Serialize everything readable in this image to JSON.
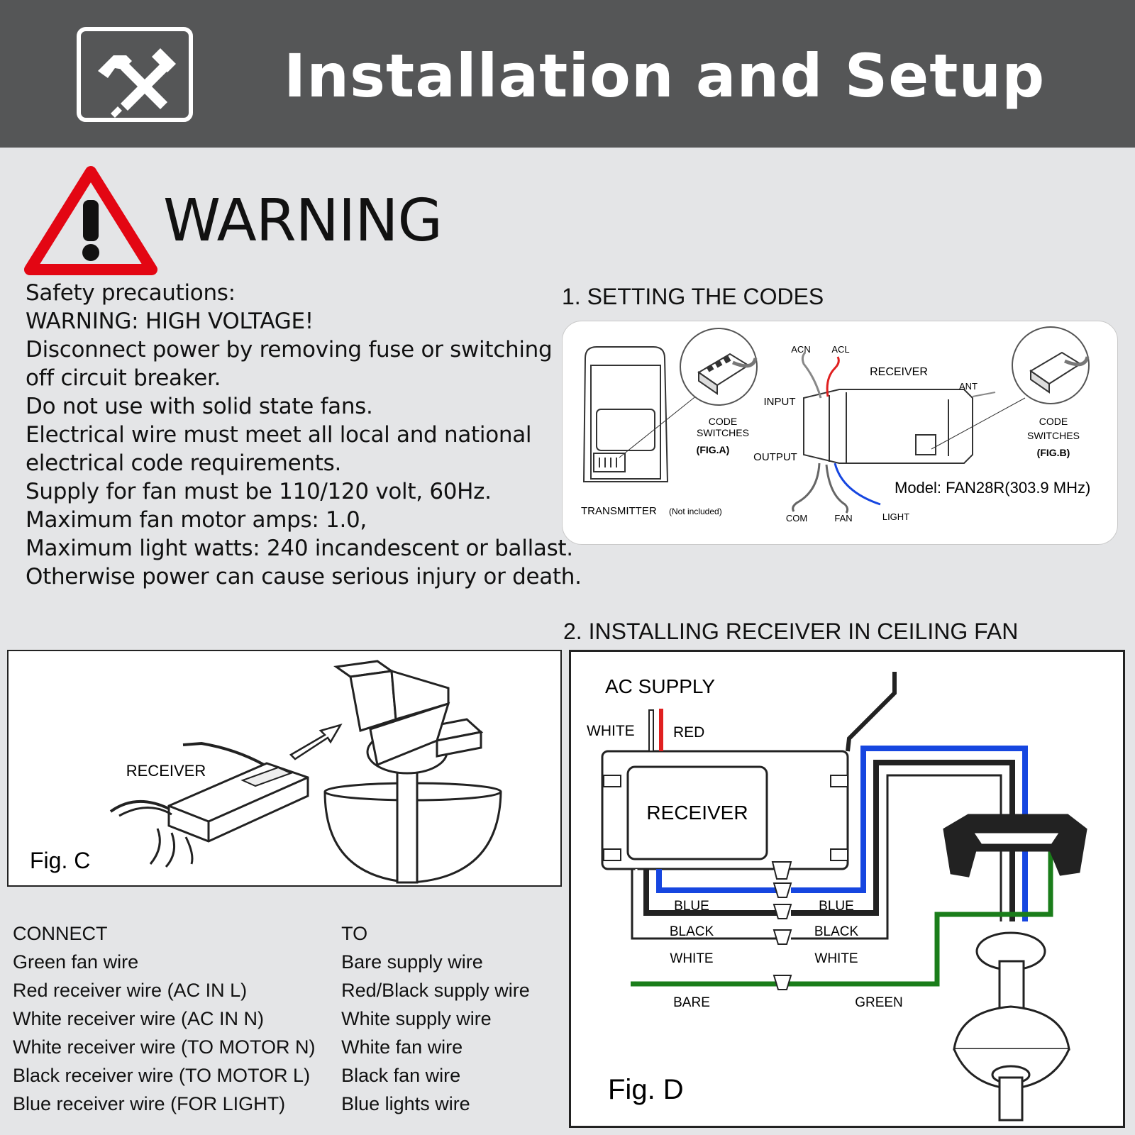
{
  "header": {
    "title": "Installation and Setup",
    "icon": "hammer-screwdriver-icon"
  },
  "warning": {
    "title": "WARNING",
    "icon": "warning-triangle-icon",
    "lines": [
      "Safety precautions:",
      "WARNING: HIGH VOLTAGE!",
      "Disconnect power by removing fuse or switching",
      "off circuit breaker.",
      "Do not use with solid state fans.",
      "Electrical wire must meet all local and national",
      "electrical code requirements.",
      "Supply for fan must be 110/120 volt, 60Hz.",
      "Maximum fan motor amps: 1.0,",
      "Maximum light watts: 240 incandescent or ballast.",
      "Otherwise power can cause serious injury or death."
    ]
  },
  "codes": {
    "section_title": "1. SETTING THE CODES",
    "labels": {
      "acn": "ACN",
      "acl": "ACL",
      "receiver": "RECEIVER",
      "ant": "ANT",
      "input": "INPUT",
      "output": "OUTPUT",
      "code_switches_a_1": "CODE",
      "code_switches_a_2": "SWITCHES",
      "fig_a": "(FIG.A)",
      "code_switches_b_1": "CODE",
      "code_switches_b_2": "SWITCHES",
      "fig_b": "(FIG.B)",
      "transmitter": "TRANSMITTER",
      "not_included": "(Not included)",
      "com": "COM",
      "fan": "FAN",
      "light": "LIGHT",
      "model": "Model: FAN28R(303.9 MHz)"
    }
  },
  "install": {
    "section_title": "2. INSTALLING RECEIVER IN CEILING FAN",
    "fig_c": {
      "caption": "Fig. C",
      "receiver_label": "RECEIVER"
    },
    "fig_d": {
      "caption": "Fig. D",
      "ac_supply": "AC SUPPLY",
      "white": "WHITE",
      "red": "RED",
      "receiver": "RECEIVER",
      "blue_left": "BLUE",
      "black_left": "BLACK",
      "white_left": "WHITE",
      "bare": "BARE",
      "blue_right": "BLUE",
      "black_right": "BLACK",
      "white_right": "WHITE",
      "green": "GREEN"
    }
  },
  "connections": {
    "header_connect": "CONNECT",
    "header_to": "TO",
    "rows": [
      {
        "from": "Green fan wire",
        "to": "Bare supply wire"
      },
      {
        "from": "Red receiver wire (AC IN L)",
        "to": "Red/Black supply wire"
      },
      {
        "from": "White receiver wire (AC IN N)",
        "to": "White supply wire"
      },
      {
        "from": "White receiver wire (TO MOTOR N)",
        "to": "White fan wire"
      },
      {
        "from": "Black receiver wire (TO MOTOR L)",
        "to": "Black fan wire"
      },
      {
        "from": "Blue receiver wire (FOR LIGHT)",
        "to": "Blue lights wire"
      }
    ]
  },
  "colors": {
    "header_bg": "#555657",
    "page_bg": "#e4e5e7",
    "warning_red": "#e30613",
    "wire_blue": "#1646e0",
    "wire_green": "#1a7d1a",
    "wire_red": "#e02020"
  }
}
